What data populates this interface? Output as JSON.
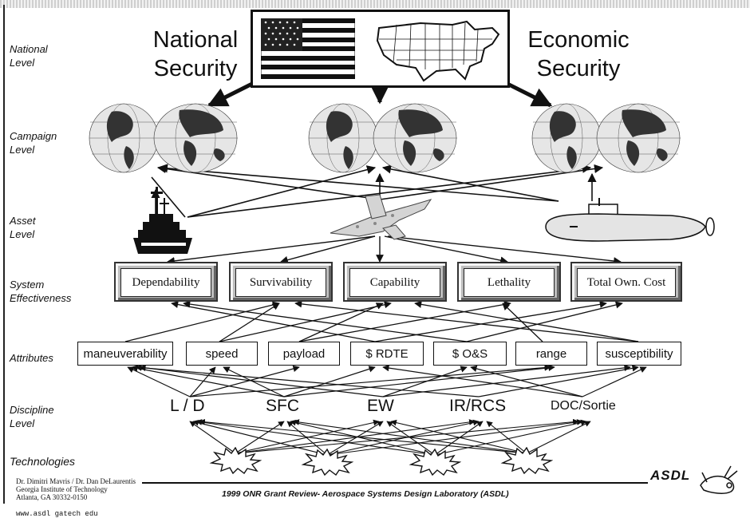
{
  "levels": {
    "national": "National\nLevel",
    "campaign": "Campaign\nLevel",
    "asset": "Asset\nLevel",
    "system": "System\nEffectiveness",
    "attributes": "Attributes",
    "discipline": "Discipline\nLevel",
    "technologies": "Technologies"
  },
  "headline": {
    "national": "National\nSecurity",
    "economic": "Economic\nSecurity"
  },
  "effectiveness": [
    "Dependability",
    "Survivability",
    "Capability",
    "Lethality",
    "Total Own. Cost"
  ],
  "attributes": [
    "maneuverability",
    "speed",
    "payload",
    "$ RDTE",
    "$ O&S",
    "range",
    "susceptibility"
  ],
  "disciplines": [
    "L / D",
    "SFC",
    "EW",
    "IR/RCS",
    "DOC/Sortie"
  ],
  "credits": {
    "lines": "Dr. Dimitri Mavris / Dr. Dan DeLaurentis\nGeorgia Institute of Technology\nAtlanta, GA  30332-0150",
    "url": "www.asdl gatech edu"
  },
  "footer": "1999 ONR Grant Review- Aerospace Systems Design Laboratory (ASDL)",
  "logo": "ASDL",
  "icons": [
    "us-flag-icon",
    "us-map-icon",
    "globe-icon",
    "battleship-icon",
    "fighter-jet-icon",
    "submarine-icon",
    "technology-burst-icon",
    "asdl-mascot-icon"
  ]
}
